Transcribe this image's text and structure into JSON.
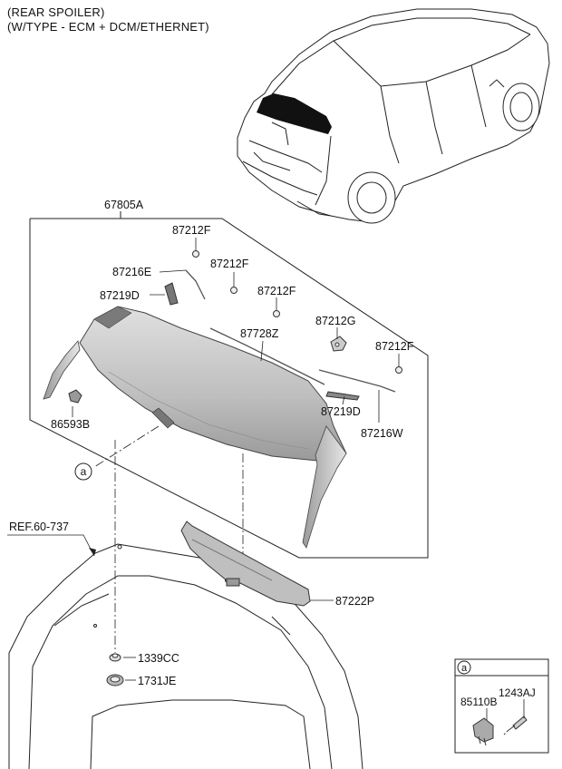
{
  "header": {
    "line1": "(REAR SPOILER)",
    "line2": "(W/TYPE - ECM + DCM/ETHERNET)"
  },
  "assembly_label": "67805A",
  "ref_label": "REF.60-737",
  "parts": {
    "p87212F_a": "87212F",
    "p87212F_b": "87212F",
    "p87212F_c": "87212F",
    "p87212F_d": "87212F",
    "p87216E": "87216E",
    "p87219D_a": "87219D",
    "p87219D_b": "87219D",
    "p87728Z": "87728Z",
    "p87212G": "87212G",
    "p86593B": "86593B",
    "p87216W": "87216W",
    "p87222P": "87222P",
    "p1339CC": "1339CC",
    "p1731JE": "1731JE",
    "p85110B": "85110B",
    "p1243AJ": "1243AJ"
  },
  "callout": {
    "letter": "a"
  },
  "inset": {
    "letter": "a"
  },
  "colors": {
    "line": "#222222",
    "spoiler_fill": "#c8c8c8",
    "spoiler_shade": "#9a9a9a",
    "glass": "#111111"
  }
}
